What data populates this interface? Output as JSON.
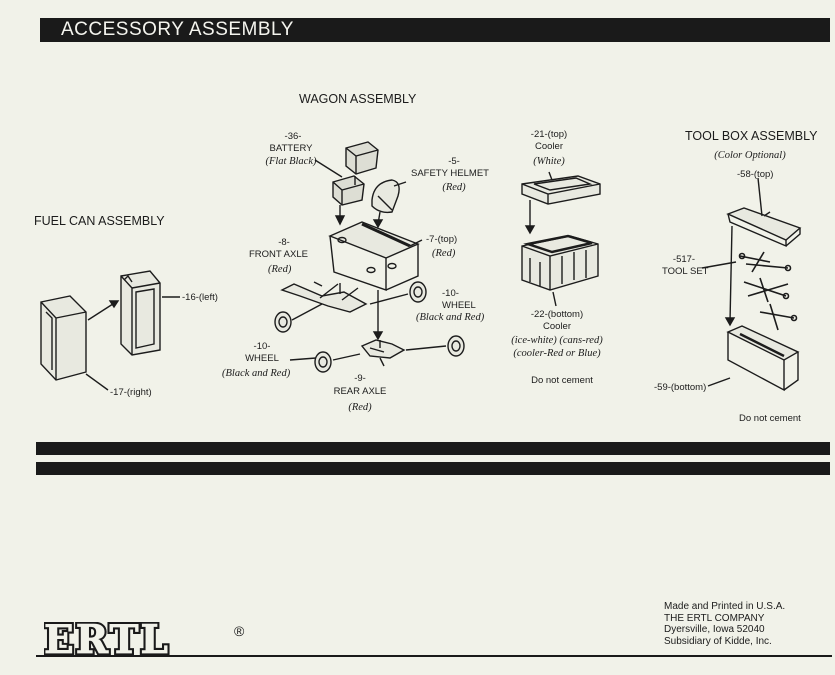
{
  "header": {
    "title": "ACCESSORY ASSEMBLY"
  },
  "wagon": {
    "title": "WAGON ASSEMBLY",
    "battery_part": "-36-",
    "battery_name": "BATTERY",
    "battery_color": "(Flat Black)",
    "helmet_part": "-5-",
    "helmet_name": "SAFETY HELMET",
    "helmet_color": "(Red)",
    "top_part": "-7-(top)",
    "top_color": "(Red)",
    "axle_part": "-8-",
    "axle_name": "FRONT AXLE",
    "axle_color": "(Red)",
    "wheel_right_part": "-10-",
    "wheel_right_name": "WHEEL",
    "wheel_right_color": "(Black and Red)",
    "wheel_left_part": "-10-",
    "wheel_left_name": "WHEEL",
    "wheel_left_color": "(Black and Red)",
    "rear_part": "-9-",
    "rear_name": "REAR AXLE",
    "rear_color": "(Red)"
  },
  "fuel": {
    "title": "FUEL CAN ASSEMBLY",
    "left_part": "-16-(left)",
    "right_part": "-17-(right)"
  },
  "cooler": {
    "top_part": "-21-(top)",
    "top_name": "Cooler",
    "top_color": "(White)",
    "bottom_part": "-22-(bottom)",
    "bottom_name": "Cooler",
    "color_line1": "(ice-white) (cans-red)",
    "color_line2": "(cooler-Red or Blue)",
    "note": "Do not cement"
  },
  "toolbox": {
    "title": "TOOL BOX ASSEMBLY",
    "subtitle": "(Color Optional)",
    "top_part": "-58-(top)",
    "set_part": "-517-",
    "set_name": "TOOL SET",
    "bottom_part": "-59-(bottom)",
    "note": "Do not cement"
  },
  "footer": {
    "logo": "ERTL",
    "registered": "®",
    "line1": "Made and Printed in U.S.A.",
    "line2": "THE ERTL COMPANY",
    "line3": "Dyersville, Iowa 52040",
    "line4": "Subsidiary of Kidde, Inc."
  }
}
